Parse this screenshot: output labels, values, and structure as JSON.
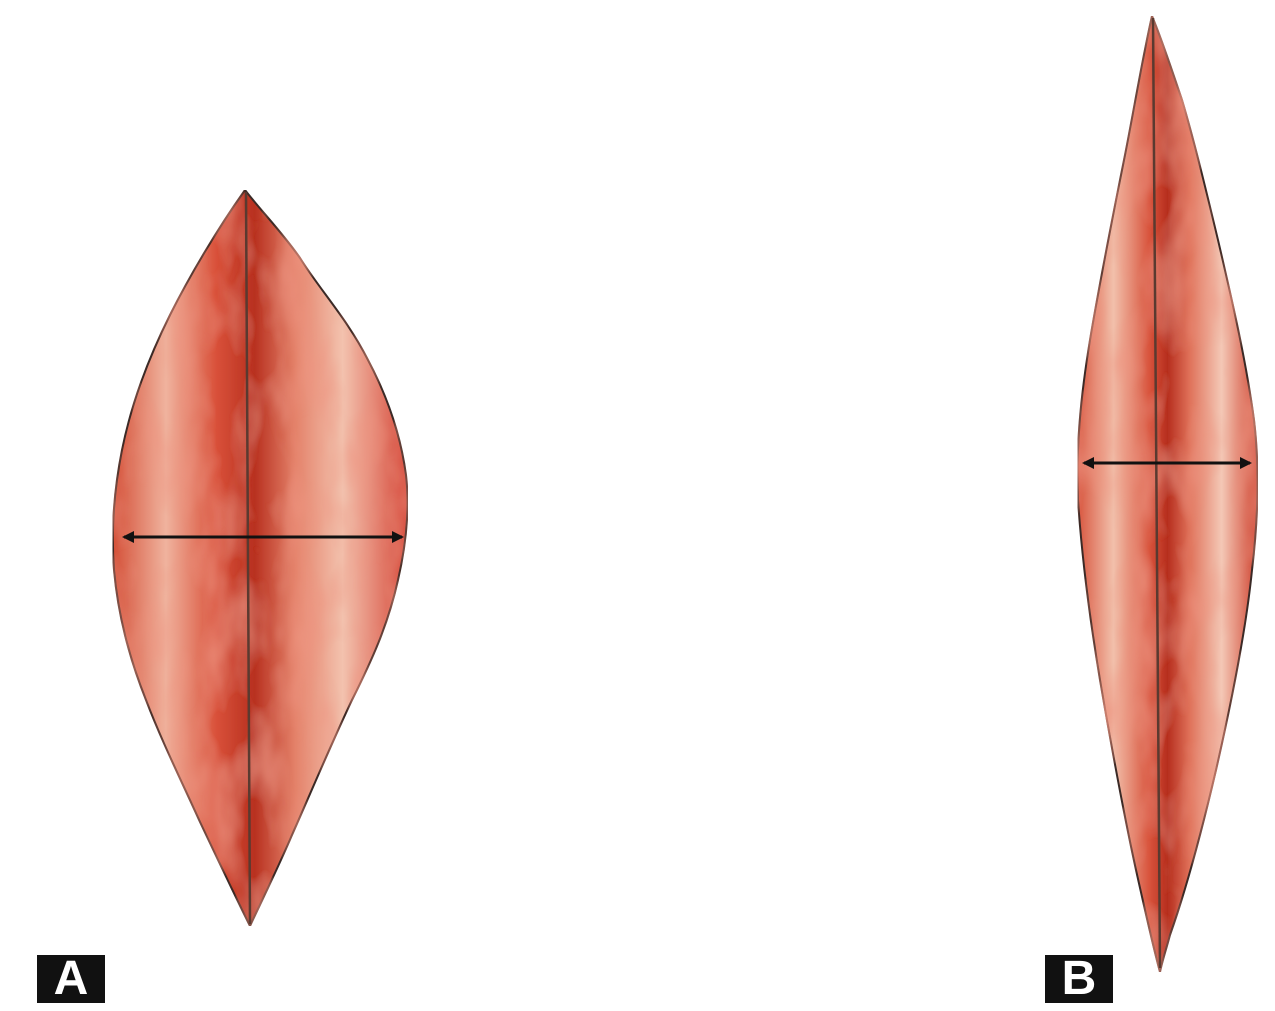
{
  "panels": [
    {
      "id": "A",
      "label": "A",
      "shape": "wide-spindle"
    },
    {
      "id": "B",
      "label": "B",
      "shape": "narrow-spindle"
    }
  ],
  "colors": {
    "background": "#ffffff",
    "tissue_base": "#d9503a",
    "tissue_light": "#f2b9a6",
    "tissue_dark": "#b8301f",
    "outline": "#3a2a28",
    "midline": "#5a3a30",
    "arrow": "#111111",
    "label_bg": "#111111",
    "label_text": "#ffffff"
  },
  "icons": [
    "double-headed-arrow-icon"
  ]
}
